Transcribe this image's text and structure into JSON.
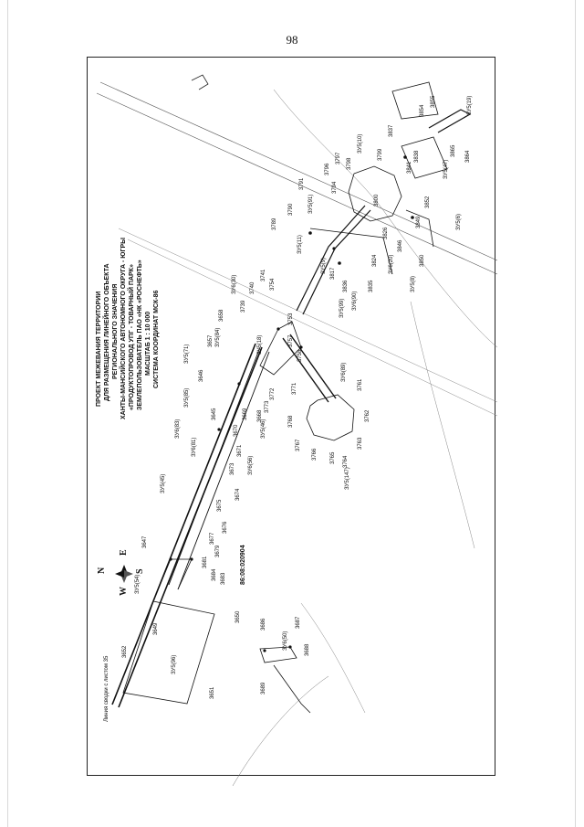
{
  "page": {
    "number": "98"
  },
  "title": {
    "lines": [
      "ПРОЕКТ МЕЖЕВАНИЯ ТЕРРИТОРИИ",
      "ДЛЯ РАЗМЕЩЕНИЯ ЛИНЕЙНОГО ОБЪЕКТА",
      "РЕГИОНАЛЬНОГО ЗНАЧЕНИЯ",
      "ХАНТЫ-МАНСИЙСКОГО АВТОНОМНОГО ОКРУГА - ЮГРЫ",
      "«ПРОДУКТОПРОВОД УПГ - ТОВАРНЫЙ ПАРК»",
      "ЗЕМЛЕПОЛЬЗОВАТЕЛЬ ПАО «НК «РОСНЕФТЬ»",
      "МАСШТАБ 1 : 10 000",
      "СИСТЕМА КООРДИНАТ МСК-86"
    ]
  },
  "cadastral_quarter": "86:08:020904",
  "edge_note": "Линия сводки с листом 35",
  "compass": {
    "n": "N",
    "s": "S",
    "e": "E",
    "w": "W"
  },
  "labels": {
    "c3652": "3652",
    "c3649": "3649",
    "c3651": "3651",
    "c3650": "3650",
    "c3647": "3647",
    "c3683": "3683",
    "c3684": "3684",
    "c3681": "3681",
    "c3679": "3679",
    "c3677": "3677",
    "c3676": "3676",
    "c3675": "3675",
    "c3674": "3674",
    "c3673": "3673",
    "c3671": "3671",
    "c3670": "3670",
    "c3669": "3669",
    "c3668": "3668",
    "c3645": "3645",
    "c3646": "3646",
    "c3657": "3657",
    "c3658": "3658",
    "c3686": "3686",
    "c3687": "3687",
    "c3688": "3688",
    "c3689": "3689",
    "c3739": "3739",
    "c3740": "3740",
    "c3741": "3741",
    "c3754": "3754",
    "c3753": "3753",
    "c3757": "3757",
    "c3758": "3758",
    "c3771": "3771",
    "c3772": "3772",
    "c3773": "3773",
    "c3761": "3761",
    "c3762": "3762",
    "c3763": "3763",
    "c3764": "3764",
    "c3765": "3765",
    "c3766": "3766",
    "c3767": "3767",
    "c3768": "3768",
    "c3789": "3789",
    "c3790": "3790",
    "c3791": "3791",
    "c3794": "3794",
    "c3797": "3797",
    "c3798": "3798",
    "c3796": "3796",
    "c3799": "3799",
    "c3800": "3800",
    "c3817": "3817",
    "c3824": "3824",
    "c3826": "3826",
    "c3835": "3835",
    "c3836": "3836",
    "c3837": "3837",
    "c3838": "3838",
    "c3841": "3841",
    "c3846": "3846",
    "c3849": "3849",
    "c3850": "3850",
    "c3852": "3852",
    "c3854": "3854",
    "c3855": "3855",
    "c3864": "3864",
    "c3865": "3865",
    "zu45": "ЗУ5(45)",
    "zu54": "ЗУ5(54)",
    "zu96": "ЗУ5(96)",
    "zu50": "ЗУ6(50)",
    "zu71": "ЗУ5(71)",
    "zu84": "ЗУ5(84)",
    "zu85": "ЗУ5(85)",
    "zu83": "ЗУ6(83)",
    "zu81": "ЗУ6(81)",
    "zu46": "ЗУ5(46)",
    "zu56": "ЗУ6(56)",
    "zu30": "ЗУ6(30)",
    "zu11": "ЗУ5(11)",
    "zu9": "ЗУ5(9)",
    "zu89": "ЗУ6(89)",
    "zu147": "ЗУ5(147)",
    "zu99": "ЗУ5(99)",
    "zu90": "ЗУ6(90)",
    "zu91": "ЗУ5(91)",
    "zu10": "ЗУ5(10)",
    "zu20": "ЗУ6(20)",
    "zu8": "ЗУ5(8)",
    "zu6": "ЗУ5(6)",
    "zu47": "ЗУ5(47)",
    "zu19": "ЗУ5(19)",
    "zu18": "ЗУ5(18)"
  }
}
